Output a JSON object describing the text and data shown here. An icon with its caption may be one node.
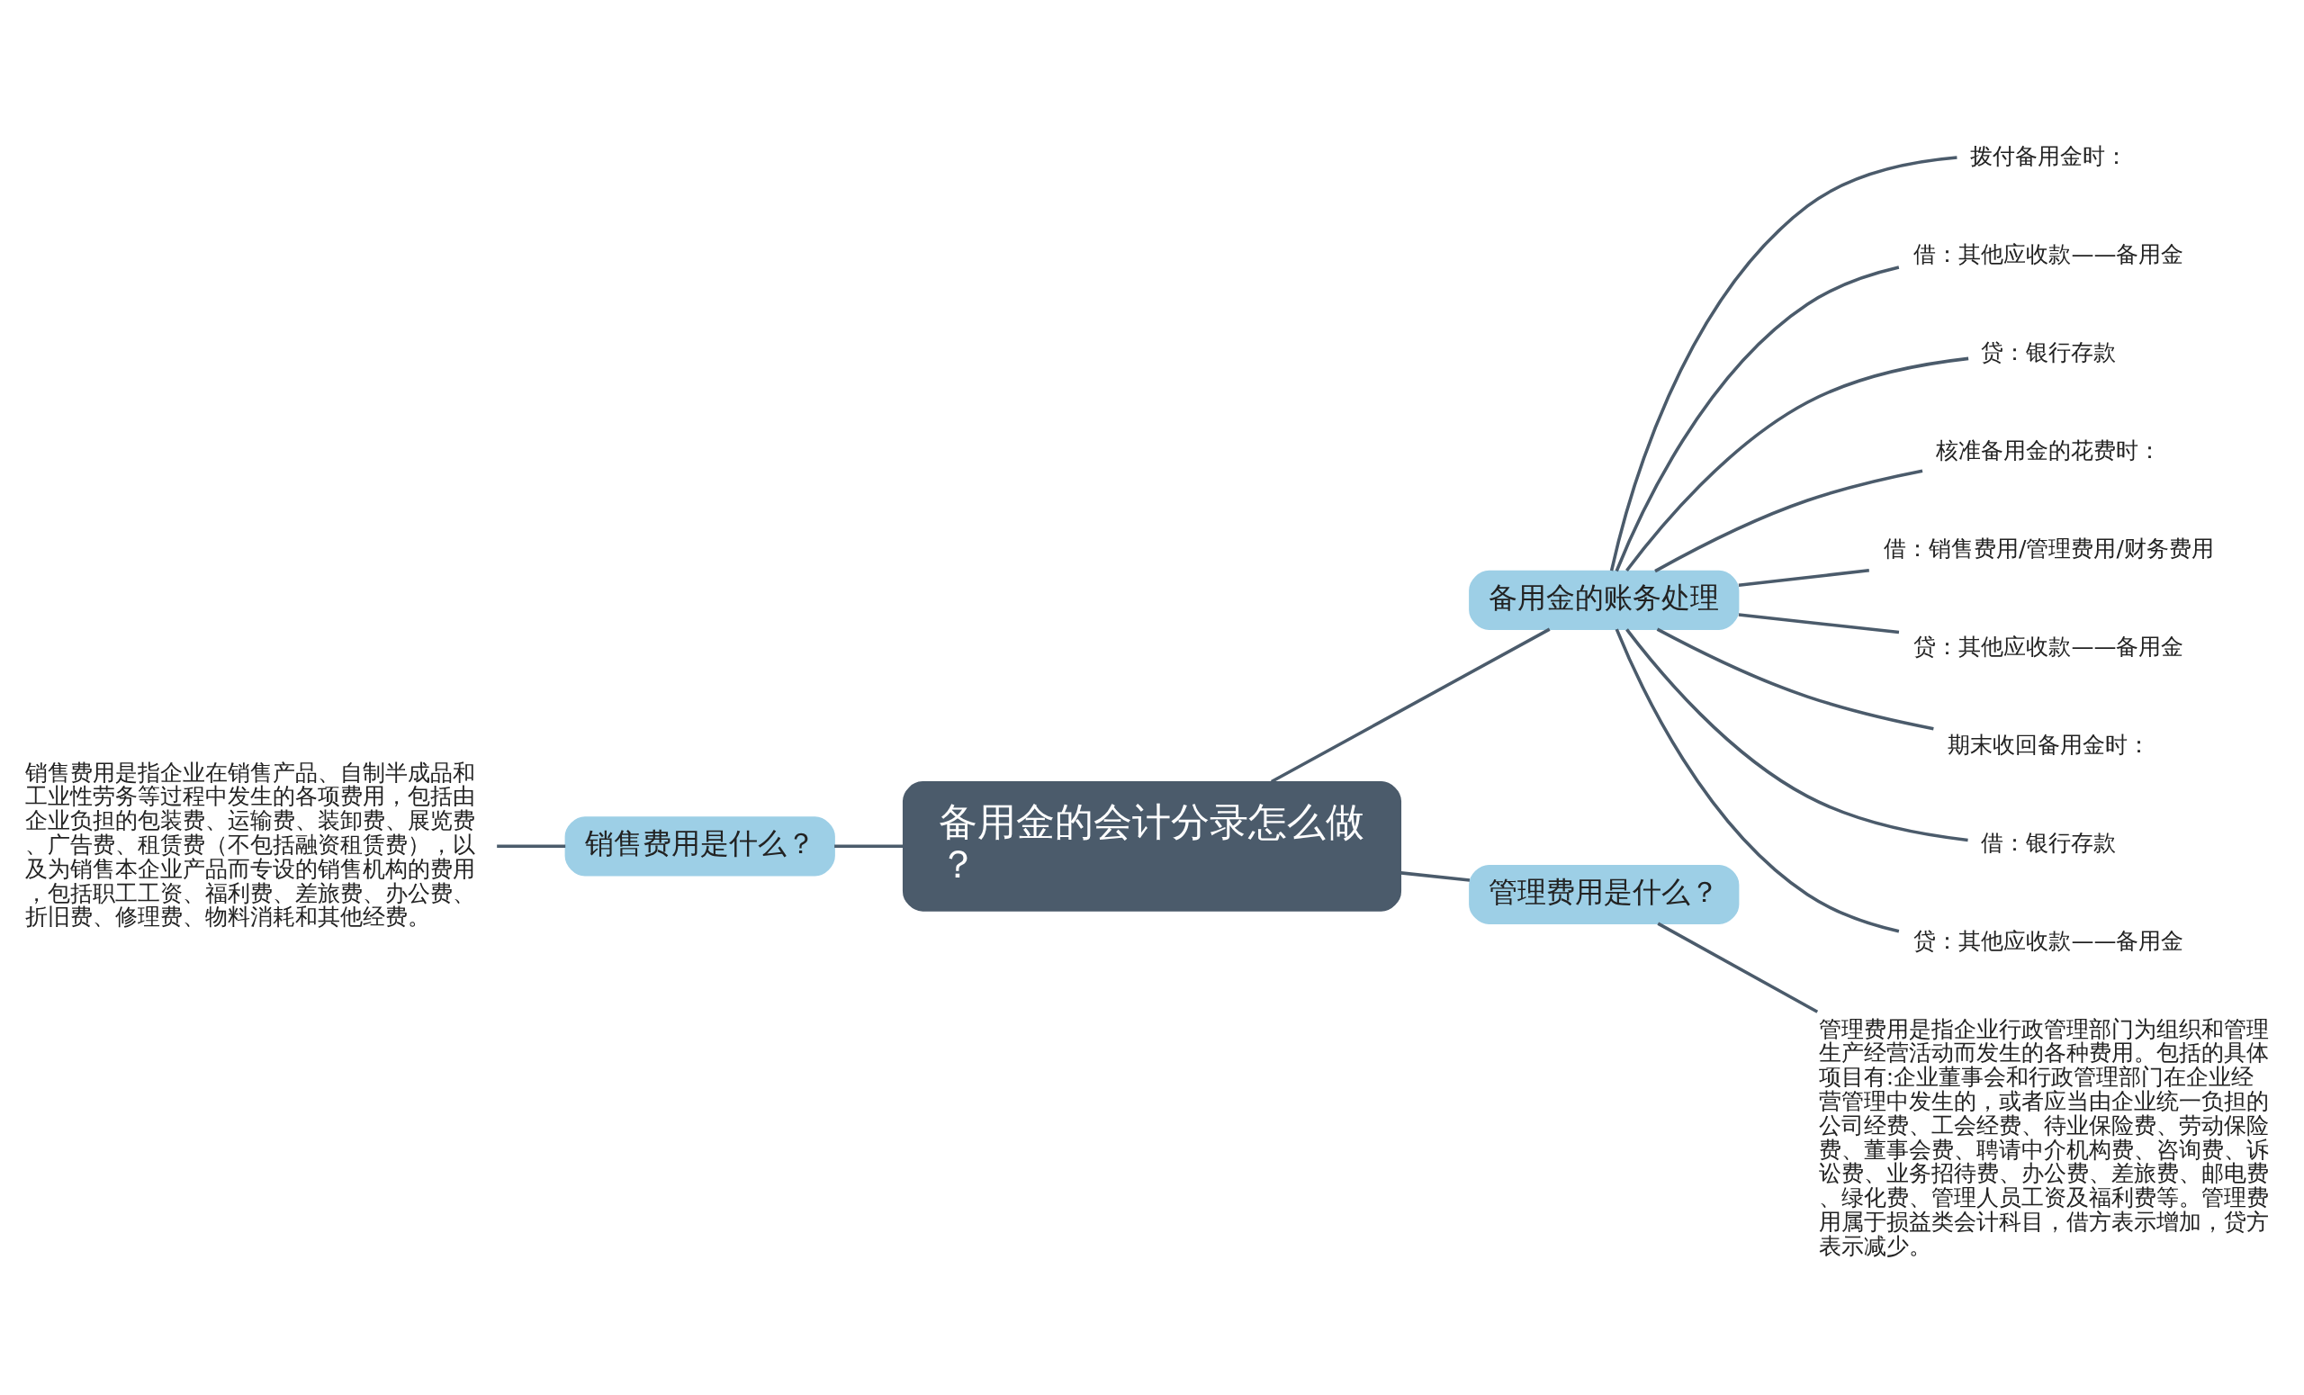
{
  "diagram": {
    "nodes": [
      {
        "text": [
          "备用金的会计分录怎么做？"
        ]
      },
      {
        "text": [
          "销售费用是什么？"
        ]
      },
      {
        "text": [
          "销售费用是指企业在销售产品、自制半成品和工业性劳务等过程中发生的各项费用，包括由企业负担的包装费、运输费、装卸费、展览费、广告费、租赁费（不包括融资租赁费），以及为销售本企业产品而专设的销售机构的费用，包括职工工资、福利费、差旅费、办公费、折旧费、修理费、物料消耗和其他经费。"
        ]
      },
      {
        "text": [
          "备用金的账务处理"
        ]
      },
      {
        "text": [
          "拨付备用金时："
        ]
      },
      {
        "text": [
          "借：其他应收款——备用金"
        ]
      },
      {
        "text": [
          "贷：银行存款"
        ]
      },
      {
        "text": [
          "核准备用金的花费时："
        ]
      },
      {
        "text": [
          "借：销售费用/管理费用/财务费用"
        ]
      },
      {
        "text": [
          "贷：其他应收款——备用金"
        ]
      },
      {
        "text": [
          "期末收回备用金时："
        ]
      },
      {
        "text": [
          "借：银行存款"
        ]
      },
      {
        "text": [
          "贷：其他应收款——备用金"
        ]
      },
      {
        "text": [
          "管理费用是什么？"
        ]
      },
      {
        "text": [
          "管理费用是指企业行政管理部门为组织和管理生产经营活动而发生的各种费用。包括的具体项目有:企业董事会和行政管理部门在企业经营管理中发生的，或者应当由企业统一负担的公司经费、工会经费、待业保险费、劳动保险费、董事会费、聘请中介机构费、咨询费、诉讼费、业务招待费、办公费、差旅费、邮电费、绿化费、管理人员工资及福利费等。管理费用属于损益类会计科目，借方表示增加，贷方表示减少。"
        ]
      }
    ],
    "edges": [
      {
        "from": 0,
        "to": 1,
        "arrow": "none"
      },
      {
        "from": 1,
        "to": 2,
        "arrow": "none"
      },
      {
        "from": 0,
        "to": 3,
        "arrow": "none"
      },
      {
        "from": 3,
        "to": 4,
        "arrow": "none"
      },
      {
        "from": 3,
        "to": 5,
        "arrow": "none"
      },
      {
        "from": 3,
        "to": 6,
        "arrow": "none"
      },
      {
        "from": 3,
        "to": 7,
        "arrow": "none"
      },
      {
        "from": 3,
        "to": 8,
        "arrow": "none"
      },
      {
        "from": 3,
        "to": 9,
        "arrow": "none"
      },
      {
        "from": 3,
        "to": 10,
        "arrow": "none"
      },
      {
        "from": 3,
        "to": 11,
        "arrow": "none"
      },
      {
        "from": 3,
        "to": 12,
        "arrow": "none"
      },
      {
        "from": 0,
        "to": 13,
        "arrow": "none"
      },
      {
        "from": 13,
        "to": 14,
        "arrow": "none"
      }
    ]
  }
}
